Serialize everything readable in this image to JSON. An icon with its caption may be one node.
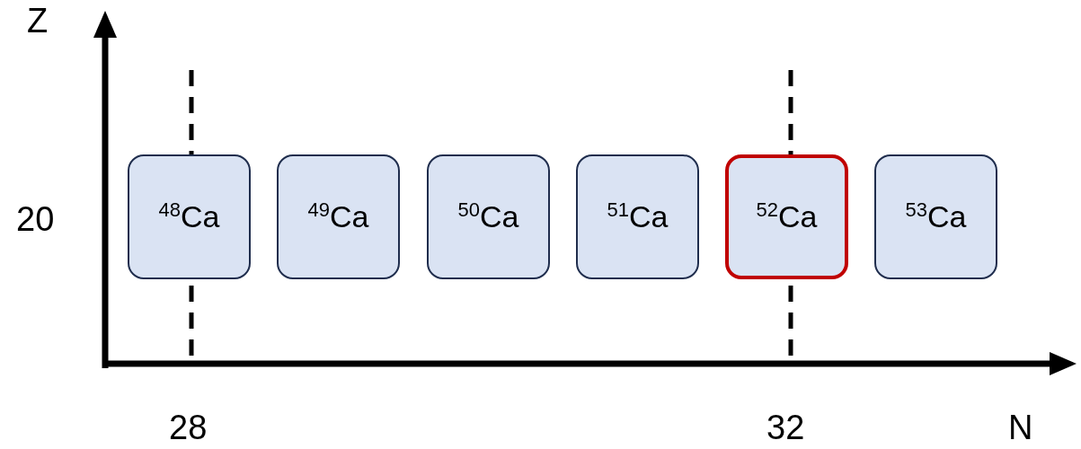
{
  "diagram": {
    "nodes": [
      {
        "text": [
          "$^{48}$Ca"
        ]
      },
      {
        "text": [
          "$^{49}$Ca"
        ]
      },
      {
        "text": [
          "$^{50}$Ca"
        ]
      },
      {
        "text": [
          "$^{51}$Ca"
        ]
      },
      {
        "text": [
          "$^{52}$Ca"
        ]
      },
      {
        "text": [
          "$^{53}$Ca"
        ]
      }
    ],
    "edges": [],
    "labels": [
      "Z",
      "20",
      "28",
      "32",
      "N"
    ]
  }
}
